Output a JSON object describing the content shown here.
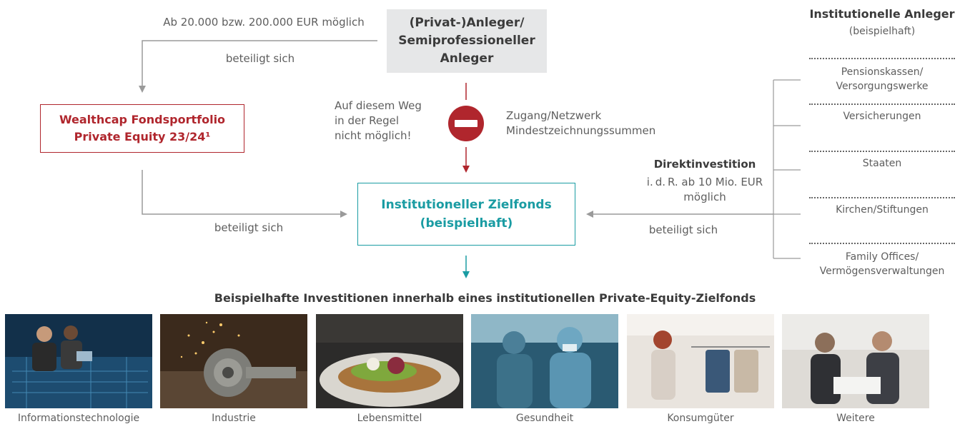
{
  "top_box": "(Privat-)Anleger/ Semiprofessioneller Anleger",
  "fund_box": "Wealthcap Fondsportfolio Private Equity 23/24¹",
  "target_box": "Institutioneller Zielfonds (beispielhaft)",
  "min_label": "Ab 20.000 bzw. 200.000 EUR möglich",
  "participates_top": "beteiligt sich",
  "participates_left": "beteiligt sich",
  "participates_right": "beteiligt sich",
  "not_possible": [
    "Auf diesem Weg",
    "in der Regel",
    "nicht möglich!"
  ],
  "barrier": [
    "Zugang/Netzwerk",
    "Mindestzeichnungssummen"
  ],
  "direct_title": "Direktinvestition",
  "direct_detail": [
    "i. d. R. ab 10 Mio. EUR",
    "möglich"
  ],
  "institutional": {
    "title": "Institutionelle Anleger",
    "subtitle": "(beispielhaft)",
    "items": [
      [
        "Pensionskassen/",
        "Versorgungswerke"
      ],
      [
        "Versicherungen"
      ],
      [
        "Staaten"
      ],
      [
        "Kirchen/Stiftungen"
      ],
      [
        "Family Offices/",
        "Vermögensverwaltungen"
      ]
    ]
  },
  "examples_heading": "Beispielhafte Investitionen innerhalb eines institutionellen Private-Equity-Zielfonds",
  "examples": [
    {
      "label": "Informationstechnologie",
      "icon": "it-professionals-photo"
    },
    {
      "label": "Industrie",
      "icon": "lathe-sparks-photo"
    },
    {
      "label": "Lebensmittel",
      "icon": "food-plate-photo"
    },
    {
      "label": "Gesundheit",
      "icon": "surgeons-photo"
    },
    {
      "label": "Konsumgüter",
      "icon": "clothing-shopper-photo"
    },
    {
      "label": "Weitere",
      "icon": "business-meeting-photo"
    }
  ],
  "colors": {
    "red": "#b0262d",
    "teal": "#1a9ca3",
    "gray": "#9a9a9a",
    "box_gray": "#e6e7e8"
  }
}
